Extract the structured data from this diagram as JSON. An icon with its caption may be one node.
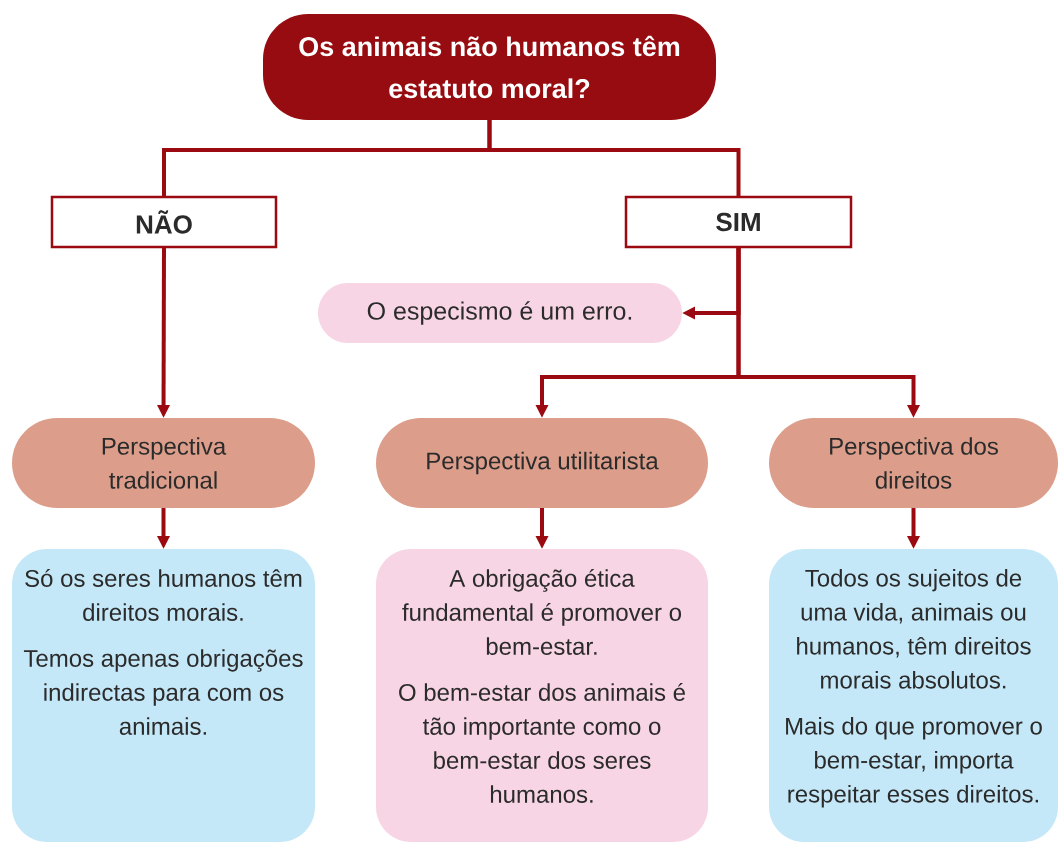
{
  "diagram": {
    "nodes": [
      {
        "text": [
          "Os animais não humanos têm estatuto moral?"
        ]
      },
      {
        "text": [
          "NÃO"
        ]
      },
      {
        "text": [
          "SIM"
        ]
      },
      {
        "text": [
          "O especismo é um erro."
        ]
      },
      {
        "text": [
          "Perspectiva tradicional"
        ]
      },
      {
        "text": [
          "Perspectiva utilitarista"
        ]
      },
      {
        "text": [
          "Perspectiva dos direitos"
        ]
      },
      {
        "text": [
          "Só os seres humanos têm direitos morais.",
          "Temos apenas obrigações indirectas para com os animais."
        ]
      },
      {
        "text": [
          "A obrigação ética fundamental é promover o bem-estar.",
          "O bem-estar dos animais é tão importante como o bem-estar dos seres humanos."
        ]
      },
      {
        "text": [
          "Todos os sujeitos de uma vida, animais ou humanos, têm direitos morais absolutos.",
          "Mais do que promover o bem-estar, importa respeitar esses direitos."
        ]
      }
    ],
    "edges": [
      {
        "from": 0,
        "to": 1,
        "arrow": "none"
      },
      {
        "from": 0,
        "to": 2,
        "arrow": "none"
      },
      {
        "from": 1,
        "to": 4,
        "arrow": "to"
      },
      {
        "from": 2,
        "to": 3,
        "arrow": "to"
      },
      {
        "from": 2,
        "to": 5,
        "arrow": "to"
      },
      {
        "from": 2,
        "to": 6,
        "arrow": "to"
      },
      {
        "from": 4,
        "to": 7,
        "arrow": "to"
      },
      {
        "from": 5,
        "to": 8,
        "arrow": "to"
      },
      {
        "from": 6,
        "to": 9,
        "arrow": "to"
      }
    ]
  }
}
